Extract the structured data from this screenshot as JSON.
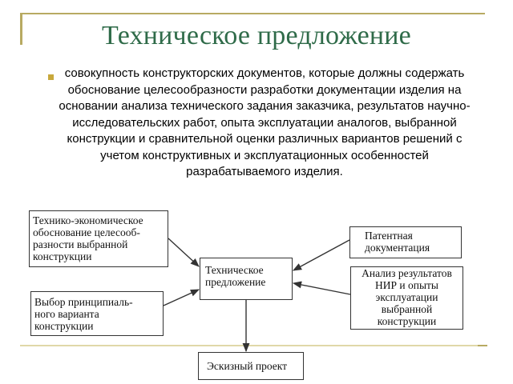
{
  "slide": {
    "title": "Техническое предложение",
    "definition": "совокупность конструкторских документов, которые должны содержать обоснование целесообразности разработки документации изделия на основании анализа технического задания заказчика, результатов научно-исследовательских работ, опыта эксплуатации аналогов, выбранной конструкции и сравнительной оценки различных вариантов решений с учетом конструктивных и эксплуатационных особенностей разрабатываемого изделия."
  },
  "diagram": {
    "boxes": {
      "te_justification": "Технико-экономическое\nобоснование целесооб-\nразности выбранной\nконструкции",
      "variant_choice": "Выбор принципиаль-\nного варианта\nконструкции",
      "technical_proposal": "Техническое\nпредложение",
      "patent_docs": "Патентная\nдокументация",
      "analysis": "Анализ результатов\nНИР и опыты\nэксплуатации\nвыбранной\nконструкции",
      "sketch_project": "Эскизный проект"
    },
    "colors": {
      "title": "#2f6b49",
      "bullet": "#c8a83c",
      "frame": "#b8aa62"
    }
  }
}
